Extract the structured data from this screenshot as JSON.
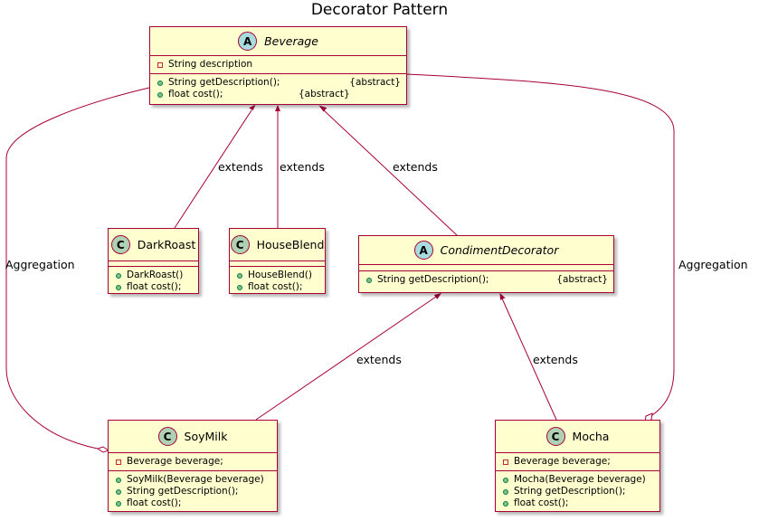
{
  "title": "Decorator Pattern",
  "classes": {
    "beverage": {
      "name": "Beverage",
      "stereotype_icon": "A",
      "fields": [
        "String description"
      ],
      "methods": [
        {
          "sig": "String getDescription();",
          "tag": "{abstract}"
        },
        {
          "sig": "float cost();",
          "tag": "{abstract}"
        }
      ]
    },
    "darkroast": {
      "name": "DarkRoast",
      "stereotype_icon": "C",
      "methods": [
        {
          "sig": "DarkRoast()"
        },
        {
          "sig": "float cost();"
        }
      ]
    },
    "houseblend": {
      "name": "HouseBlend",
      "stereotype_icon": "C",
      "methods": [
        {
          "sig": "HouseBlend()"
        },
        {
          "sig": "float cost();"
        }
      ]
    },
    "condiment": {
      "name": "CondimentDecorator",
      "stereotype_icon": "A",
      "methods": [
        {
          "sig": "String getDescription();",
          "tag": "{abstract}"
        }
      ]
    },
    "soymilk": {
      "name": "SoyMilk",
      "stereotype_icon": "C",
      "fields": [
        "Beverage beverage;"
      ],
      "methods": [
        {
          "sig": "SoyMilk(Beverage beverage)"
        },
        {
          "sig": "String getDescription();"
        },
        {
          "sig": "float cost();"
        }
      ]
    },
    "mocha": {
      "name": "Mocha",
      "stereotype_icon": "C",
      "fields": [
        "Beverage beverage;"
      ],
      "methods": [
        {
          "sig": "Mocha(Beverage beverage)"
        },
        {
          "sig": "String getDescription();"
        },
        {
          "sig": "float cost();"
        }
      ]
    }
  },
  "edges": [
    {
      "from": "darkroast",
      "to": "beverage",
      "label": "extends"
    },
    {
      "from": "houseblend",
      "to": "beverage",
      "label": "extends"
    },
    {
      "from": "condiment",
      "to": "beverage",
      "label": "extends"
    },
    {
      "from": "soymilk",
      "to": "condiment",
      "label": "extends"
    },
    {
      "from": "mocha",
      "to": "condiment",
      "label": "extends"
    },
    {
      "from": "beverage",
      "to": "soymilk",
      "label": "Aggregation"
    },
    {
      "from": "beverage",
      "to": "mocha",
      "label": "Aggregation"
    }
  ],
  "colors": {
    "class_fill": "#FEFECE",
    "border": "#A80036",
    "abstract_badge": "#A9DCDF",
    "class_badge": "#ADD1B2",
    "private_marker": "#C82930",
    "public_marker": "#84BE84"
  }
}
